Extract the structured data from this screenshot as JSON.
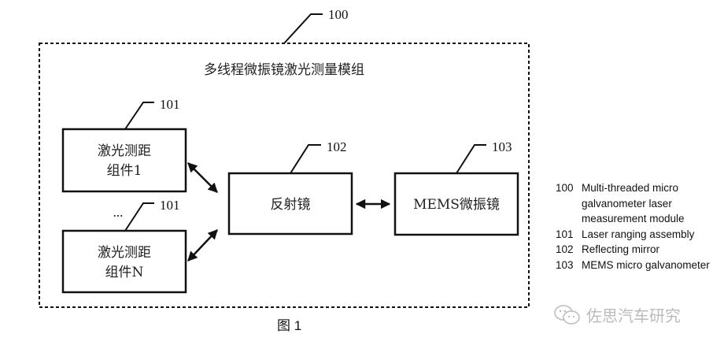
{
  "diagram": {
    "title": "多线程微振镜激光测量模组",
    "blocks": [
      {
        "id": "101a",
        "ref": "101",
        "line1": "激光测距",
        "line2": "组件1"
      },
      {
        "id": "101b",
        "ref": "101",
        "line1": "激光测距",
        "line2": "组件N"
      },
      {
        "id": "102",
        "ref": "102",
        "label": "反射镜"
      },
      {
        "id": "103",
        "ref": "103",
        "label": "MEMS微振镜"
      }
    ],
    "outer_ref": "100",
    "ellipsis": "...",
    "connections": [
      {
        "from": "101a",
        "to": "102",
        "type": "bidirectional"
      },
      {
        "from": "101b",
        "to": "102",
        "type": "bidirectional"
      },
      {
        "from": "102",
        "to": "103",
        "type": "bidirectional"
      }
    ]
  },
  "figure_label": "图 1",
  "legend": [
    {
      "num": "100",
      "text": "Multi-threaded micro galvanometer laser measurement module"
    },
    {
      "num": "101",
      "text": "Laser ranging assembly"
    },
    {
      "num": "102",
      "text": "Reflecting mirror"
    },
    {
      "num": "103",
      "text": "MEMS micro galvanometer"
    }
  ],
  "watermark": {
    "icon": "wechat-icon",
    "text": "佐思汽车研究"
  }
}
